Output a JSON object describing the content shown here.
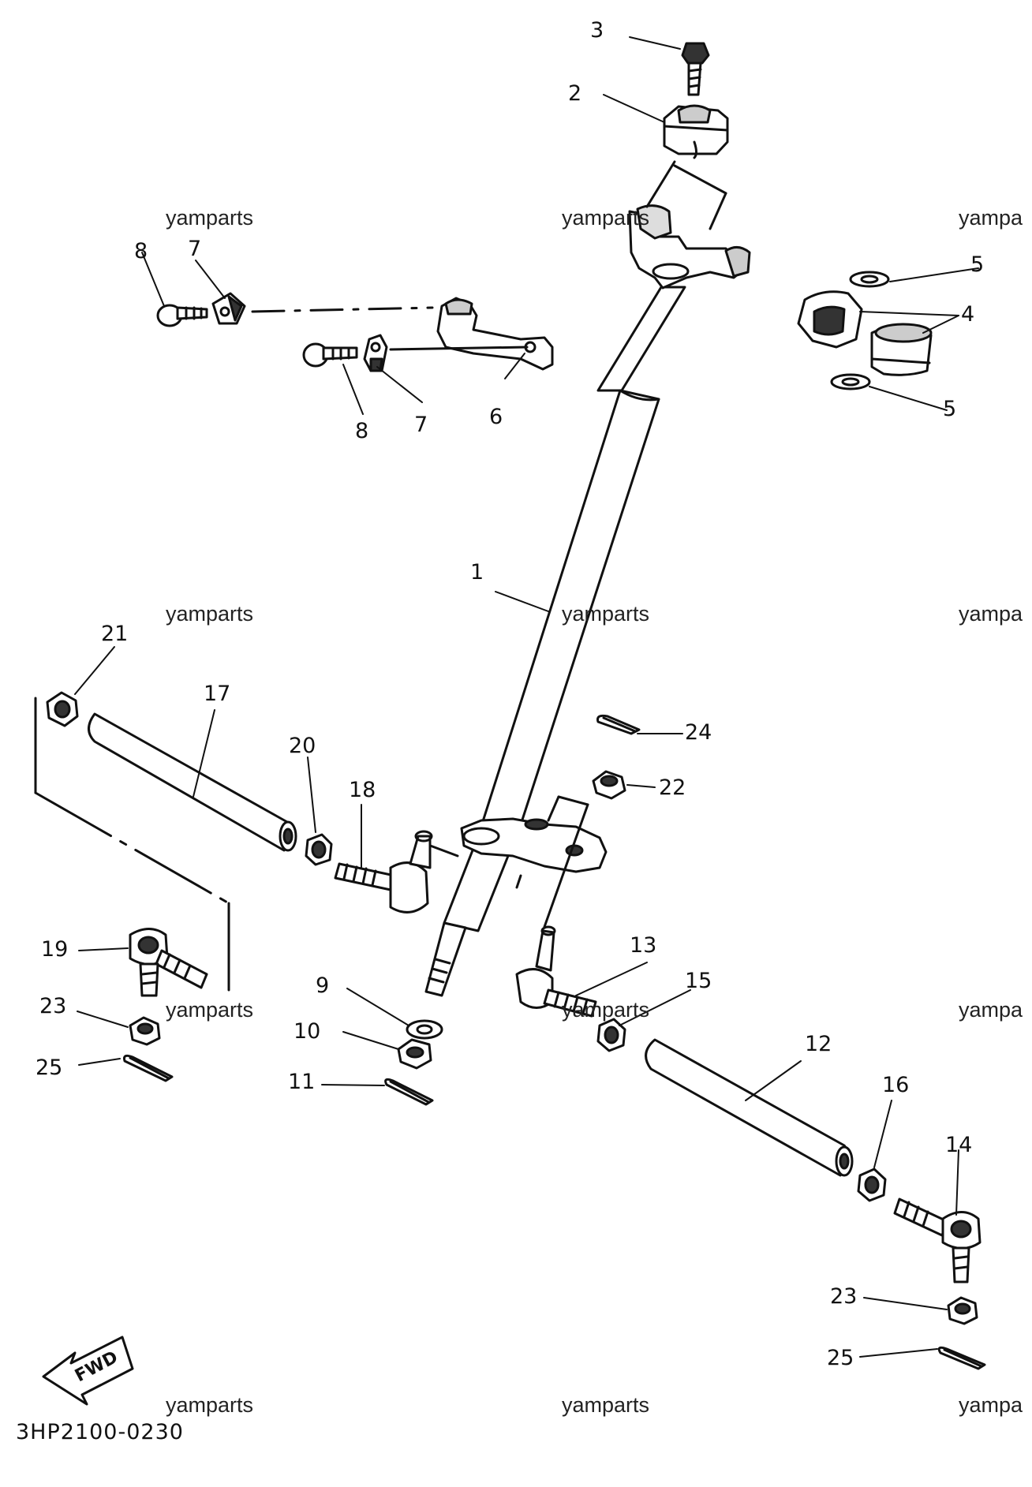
{
  "diagram": {
    "code": "3HP2100-0230",
    "fwd_label": "FWD",
    "watermark": "yamparts",
    "watermark_clipped": "yampa",
    "labels": {
      "n1": "1",
      "n2": "2",
      "n3": "3",
      "n4": "4",
      "n5a": "5",
      "n5b": "5",
      "n6": "6",
      "n7a": "7",
      "n7b": "7",
      "n8a": "8",
      "n8b": "8",
      "n9": "9",
      "n10": "10",
      "n11": "11",
      "n12": "12",
      "n13": "13",
      "n14": "14",
      "n15": "15",
      "n16": "16",
      "n17": "17",
      "n18": "18",
      "n19": "19",
      "n20": "20",
      "n21": "21",
      "n22": "22",
      "n23a": "23",
      "n23b": "23",
      "n24": "24",
      "n25a": "25",
      "n25b": "25"
    }
  }
}
